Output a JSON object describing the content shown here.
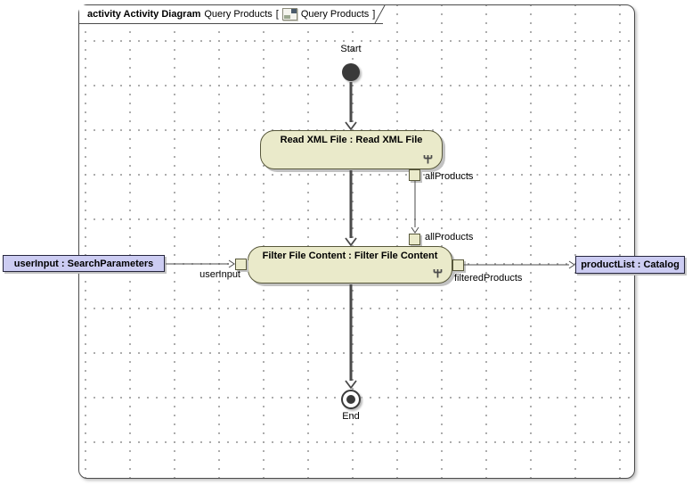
{
  "frame": {
    "title_bold": "activity Activity Diagram",
    "title_name": "Query Products",
    "bracket_open": "[",
    "ref_name": "Query Products",
    "bracket_close": "]"
  },
  "nodes": {
    "start": {
      "label": "Start"
    },
    "read": {
      "label": "Read XML File : Read XML File"
    },
    "filter": {
      "label": "Filter File Content : Filter File Content"
    },
    "end": {
      "label": "End"
    },
    "param_input": {
      "label": "userInput : SearchParameters"
    },
    "param_output": {
      "label": "productList : Catalog"
    }
  },
  "pins": {
    "read_out": {
      "label": "allProducts"
    },
    "filter_in_all": {
      "label": "allProducts"
    },
    "filter_in_user": {
      "label": "userInput"
    },
    "filter_out": {
      "label": "filteredProducts"
    }
  },
  "icons": {
    "tab_icon": "activity-diagram-icon",
    "action_icon": "call-behavior-rake-icon"
  },
  "colors": {
    "action-fill": "#eaeaca",
    "action-border": "#58583b",
    "param-fill": "#ccccf2",
    "param-border": "#26263f",
    "flow": "#4a4a4a",
    "frame-border": "#4c4c4c",
    "grid-dot": "#a0a0a0",
    "shadow": "#c2c2c2",
    "node-fill-dark": "#3a3a3a"
  }
}
